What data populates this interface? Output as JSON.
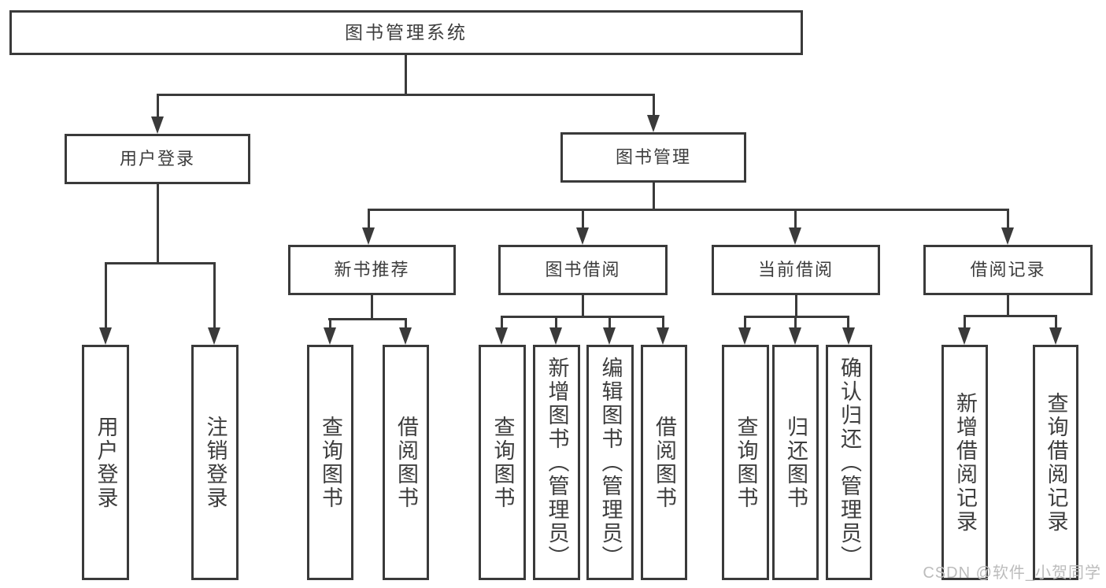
{
  "colors": {
    "background": "#ffffff",
    "line": "#3a3a3a",
    "text": "#3d3d3d",
    "watermark": "#bcbcbc"
  },
  "watermark": {
    "text": "CSDN @软件_小贺同学"
  },
  "nodes": {
    "root": "图书管理系统",
    "user_login": "用户登录",
    "book_mgmt": "图书管理",
    "new_book_rec": "新书推荐",
    "book_borrow": "图书借阅",
    "current_borrow": "当前借阅",
    "borrow_record": "借阅记录",
    "leaf_user_login": "用户登录",
    "leaf_logout": "注销登录",
    "leaf_query_book_1": "查询图书",
    "leaf_borrow_book_1": "借阅图书",
    "leaf_query_book_2": "查询图书",
    "leaf_add_book": "新增图书（管理员）",
    "leaf_edit_book": "编辑图书（管理员）",
    "leaf_borrow_book_2": "借阅图书",
    "leaf_query_book_3": "查询图书",
    "leaf_return_book": "归还图书",
    "leaf_confirm_return": "确认归还（管理员）",
    "leaf_add_record": "新增借阅记录",
    "leaf_query_record": "查询借阅记录"
  },
  "hierarchy": {
    "root": [
      "user_login",
      "book_mgmt"
    ],
    "user_login": [
      "leaf_user_login",
      "leaf_logout"
    ],
    "book_mgmt": [
      "new_book_rec",
      "book_borrow",
      "current_borrow",
      "borrow_record"
    ],
    "new_book_rec": [
      "leaf_query_book_1",
      "leaf_borrow_book_1"
    ],
    "book_borrow": [
      "leaf_query_book_2",
      "leaf_add_book",
      "leaf_edit_book",
      "leaf_borrow_book_2"
    ],
    "current_borrow": [
      "leaf_query_book_3",
      "leaf_return_book",
      "leaf_confirm_return"
    ],
    "borrow_record": [
      "leaf_add_record",
      "leaf_query_record"
    ]
  }
}
